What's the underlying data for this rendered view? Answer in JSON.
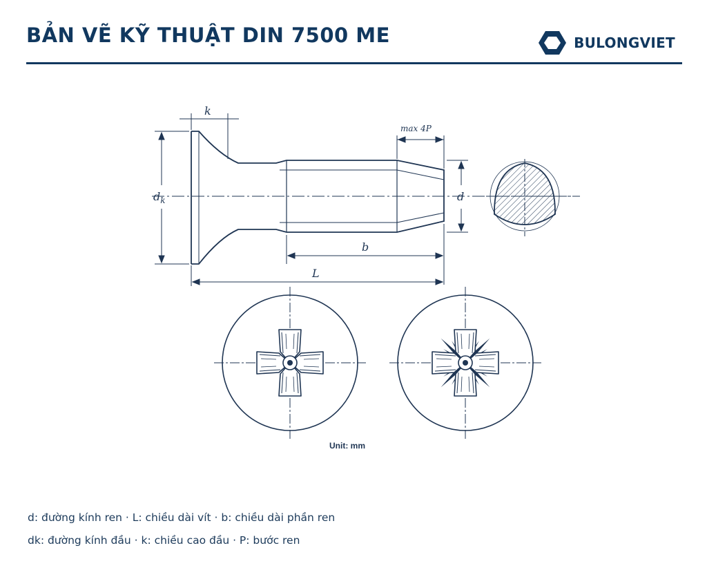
{
  "header": {
    "title": "BẢN VẼ KỸ THUẬT DIN 7500 ME",
    "brand": {
      "name": "BULONGVIET",
      "icon": "hexagon-nut-icon",
      "color": "#11385f"
    }
  },
  "drawing": {
    "labels": {
      "k": "k",
      "dk_main": "d",
      "dk_sub": "k",
      "d": "d",
      "b": "b",
      "L": "L",
      "max_p": "max 4P"
    },
    "unit": "Unit: mm",
    "line_color": "#1f3553"
  },
  "legend": {
    "line1": "d: đường kính ren · L: chiều dài vít · b: chiều dài phần ren",
    "line2": "dk: đường kính đầu · k: chiều cao đầu · P: bước ren"
  }
}
